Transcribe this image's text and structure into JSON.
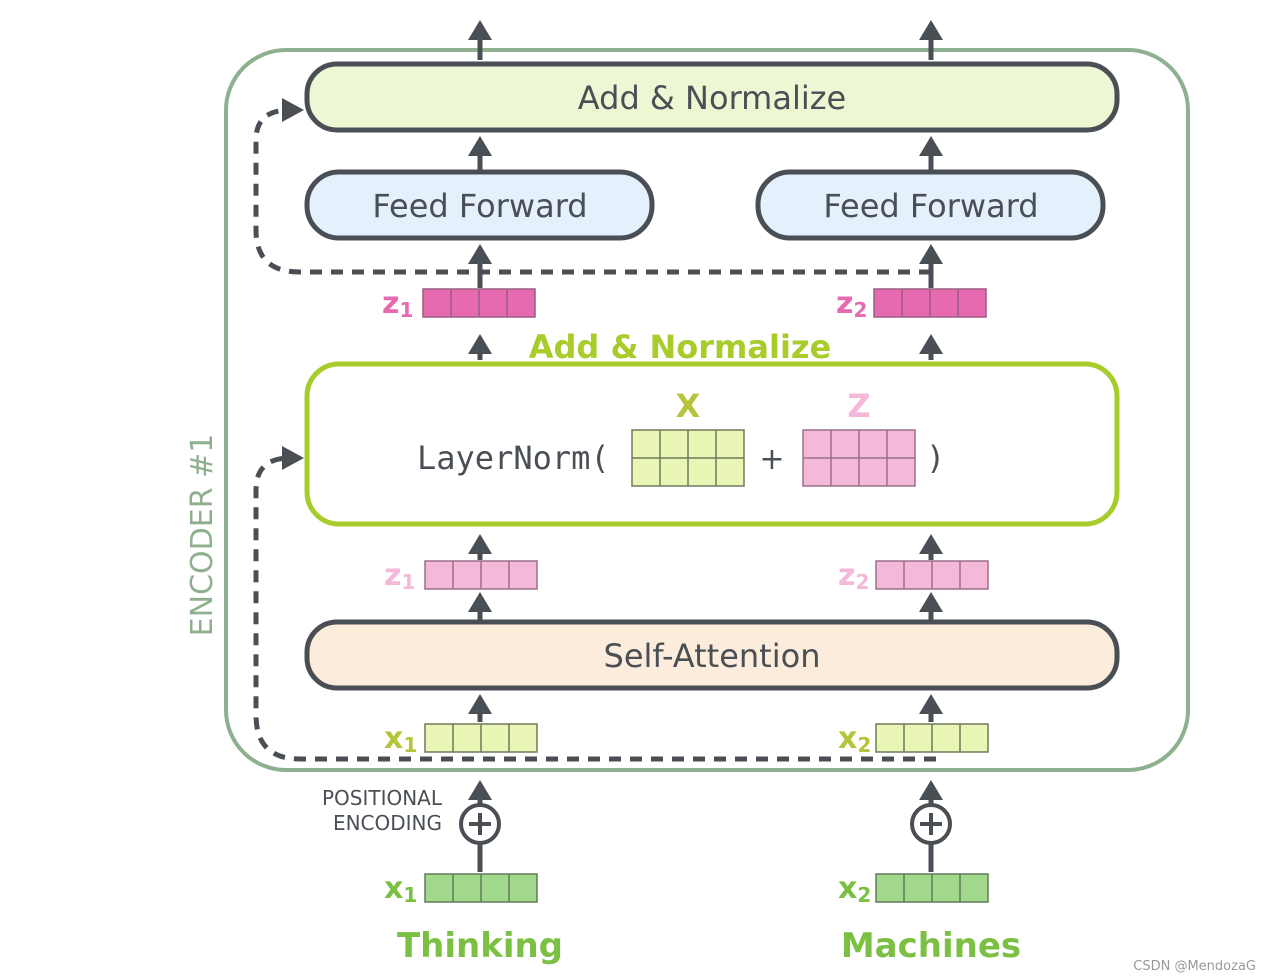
{
  "encoder": {
    "label": "ENCODER #1",
    "add_normalize_top": "Add & Normalize",
    "add_normalize_mid": "Add & Normalize",
    "feed_forward_1": "Feed Forward",
    "feed_forward_2": "Feed Forward",
    "self_attention": "Self-Attention",
    "layernorm_open": "LayerNorm(",
    "layernorm_plus": "+",
    "layernorm_close": ")",
    "matrix_x_label": "X",
    "matrix_z_label": "Z"
  },
  "vectors": {
    "z1_out": {
      "base": "z",
      "sub": "1"
    },
    "z2_out": {
      "base": "z",
      "sub": "2"
    },
    "z1_in": {
      "base": "z",
      "sub": "1"
    },
    "z2_in": {
      "base": "z",
      "sub": "2"
    },
    "x1_enc": {
      "base": "x",
      "sub": "1"
    },
    "x2_enc": {
      "base": "x",
      "sub": "2"
    },
    "x1_emb": {
      "base": "x",
      "sub": "1"
    },
    "x2_emb": {
      "base": "x",
      "sub": "2"
    }
  },
  "positional": {
    "line1": "POSITIONAL",
    "line2": "ENCODING"
  },
  "words": {
    "word1": "Thinking",
    "word2": "Machines"
  },
  "watermark": "CSDN @MendozaG",
  "colors": {
    "encoder_border": "#8fb08f",
    "box_stroke": "#4a4f55",
    "add_norm_fill": "#ebf8d3",
    "feed_forward_fill": "#e4f0fb",
    "self_attention_fill": "#fcecdb",
    "layernorm_border": "#a8cc2a",
    "pink_dark": "#e56ab0",
    "pink_light": "#f4b9d9",
    "yellow_green": "#eaf6b6",
    "green": "#a2d88c",
    "label_green": "#7bc043",
    "label_yellow": "#b5c43a"
  }
}
